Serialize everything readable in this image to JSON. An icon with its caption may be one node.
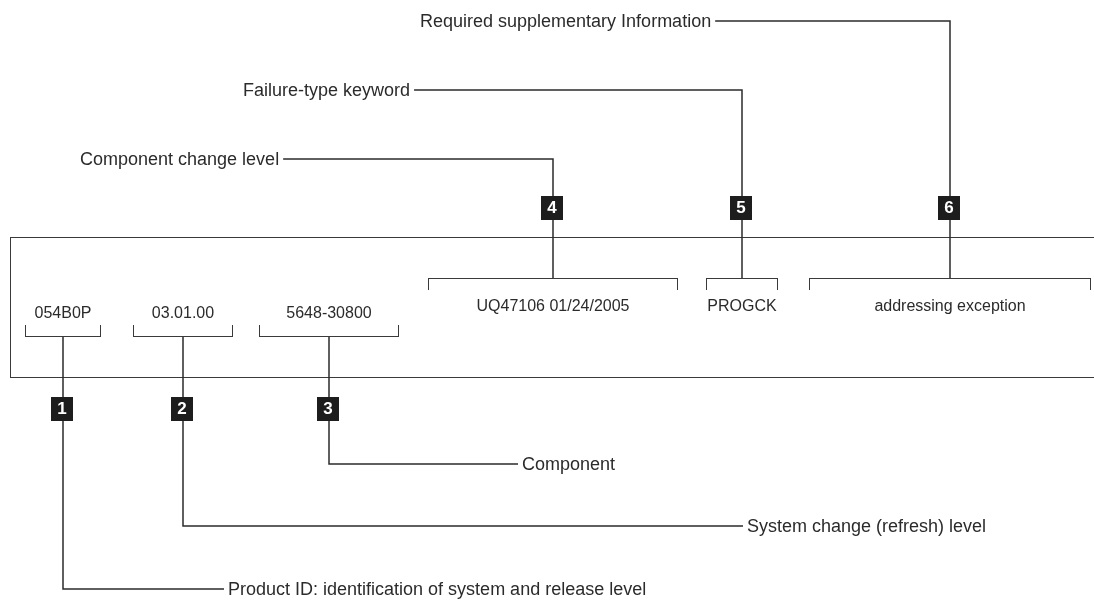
{
  "diagram": {
    "nodes": [
      {
        "text": [
          "Required supplementary Information"
        ]
      },
      {
        "text": [
          "Failure-type keyword"
        ]
      },
      {
        "text": [
          "Component change level"
        ]
      },
      {
        "text": [],
        "shape": "box"
      },
      {
        "text": [
          "054B0P"
        ],
        "in": 3
      },
      {
        "text": [
          "03.01.00"
        ],
        "in": 3
      },
      {
        "text": [
          "5648-30800"
        ],
        "in": 3
      },
      {
        "text": [
          "UQ47106 01/24/2005"
        ],
        "in": 3
      },
      {
        "text": [
          "PROGCK"
        ],
        "in": 3
      },
      {
        "text": [
          "addressing exception"
        ],
        "in": 3
      },
      {
        "text": [
          "Component"
        ]
      },
      {
        "text": [
          "System change (refresh) level"
        ]
      },
      {
        "text": [
          "Product ID: identification of system and release level"
        ]
      }
    ],
    "edges": [
      {
        "from": 2,
        "to": 7,
        "arrow": "none"
      },
      {
        "from": 1,
        "to": 8,
        "arrow": "none"
      },
      {
        "from": 0,
        "to": 9,
        "arrow": "none"
      },
      {
        "from": 10,
        "to": 6,
        "arrow": "none"
      },
      {
        "from": 11,
        "to": 5,
        "arrow": "none"
      },
      {
        "from": 12,
        "to": 4,
        "arrow": "none"
      }
    ],
    "labels": [
      "4",
      "5",
      "6",
      "1",
      "2",
      "3"
    ]
  }
}
